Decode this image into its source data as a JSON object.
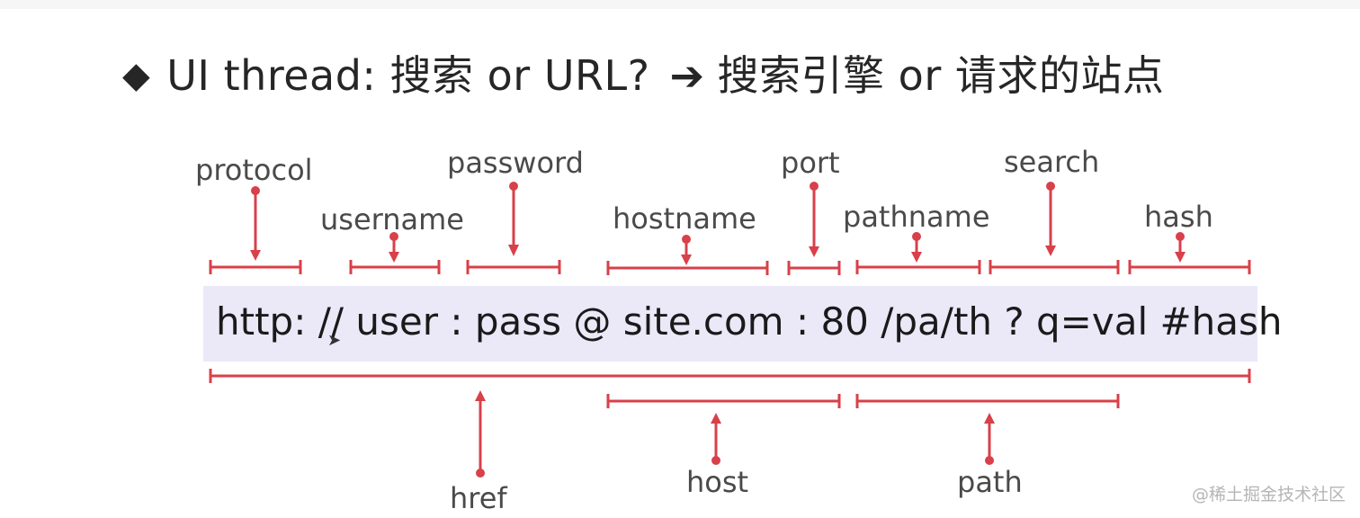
{
  "title": {
    "bullet": "◆",
    "left": "UI thread: 搜索 or URL?",
    "arrow": "➔",
    "right": "搜索引擎 or 请求的站点"
  },
  "url": "http: // user : pass @ site.com : 80  /pa/th ? q=val #hash",
  "labels_top": {
    "protocol": "protocol",
    "username": "username",
    "password": "password",
    "hostname": "hostname",
    "port": "port",
    "pathname": "pathname",
    "search": "search",
    "hash": "hash"
  },
  "labels_bottom": {
    "href": "href",
    "host": "host",
    "path": "path"
  },
  "colors": {
    "marker": "#d8404a",
    "url_box": "#ebe8f8"
  },
  "watermark": "@稀土掘金技术社区"
}
